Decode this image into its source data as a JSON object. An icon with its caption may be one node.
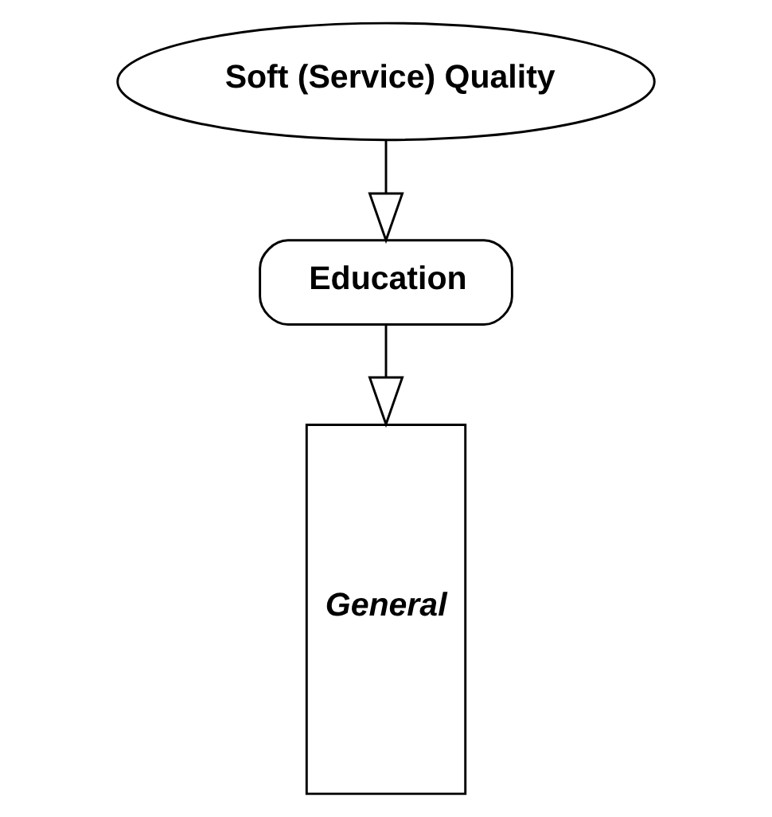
{
  "diagram": {
    "nodes": [
      {
        "text": [
          "Soft (Service) Quality"
        ]
      },
      {
        "text": [
          "Education"
        ]
      },
      {
        "text": [
          "General"
        ]
      }
    ],
    "edges": [
      {
        "from": 0,
        "to": 1,
        "arrow": "to"
      },
      {
        "from": 1,
        "to": 2,
        "arrow": "to"
      }
    ]
  }
}
